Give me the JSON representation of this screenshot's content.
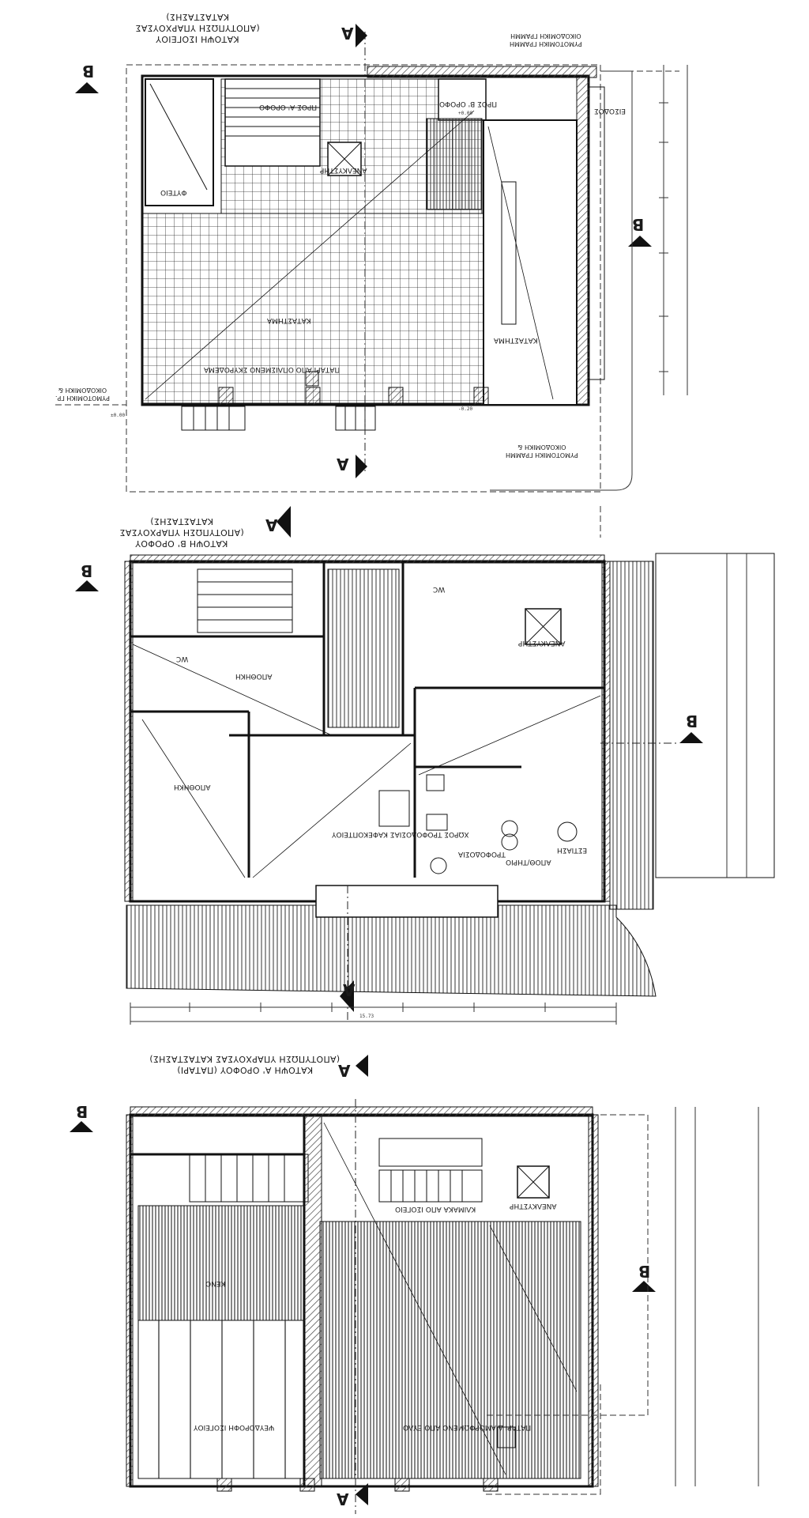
{
  "plans": [
    {
      "id": "ground",
      "title_line1": "ΚΑΤΟΨΗ ΙΣΟΓΕΙΟΥ",
      "title_line2": "(ΑΠΟΤΥΠΩΣΗ ΥΠΑΡΧΟΥΣΑΣ ΚΑΤΑΣΤΑΣΗΣ)",
      "rooms": {
        "store_main": "ΚΑΤΑΣΤΗΜΑ",
        "store_right": "ΚΑΤΑΣΤΗΜΑ",
        "tree_box": "ΦΥΤΕΙΟ",
        "stairs_first": "ΠΡΟΣ Α' ΟΡΟΦΟ",
        "stairs_second": "ΠΡΟΣ Β' ΟΡΟΦΟ",
        "entrance": "ΕΙΣΟΔΟΣ",
        "elevator": "ΑΝΕΛΚΥΣΤΗΡ",
        "mezzanine": "ΠΑΤΑΡΙ ΑΠΟ ΟΠΛΙΣΜΕΝΟ ΣΚΥΡΟΔΕΜΑ"
      },
      "notes": {
        "building_line_top": "ΟΙΚΟΔΟΜΙΚΗ ΓΡΑΜΜΗ",
        "building_line_top2": "ΡΥΜΟΤΟΜΙΚΗ ΓΡΑΜΜΗ",
        "building_line_bottom": "ΟΙΚΟΔΟΜΙΚΗ &",
        "building_line_bottom2": "ΡΥΜΟΤΟΜΙΚΗ ΓΡΑΜΜΗ",
        "building_line_left": "ΟΙΚΟΔΟΜΙΚΗ &",
        "building_line_left2": "ΡΥΜΟΤΟΜΙΚΗ ΓΡ."
      },
      "levels": [
        "±0.00",
        "-0.20",
        "+0.00"
      ]
    },
    {
      "id": "second",
      "title_line1": "ΚΑΤΟΨΗ Β' ΟΡΟΦΟΥ",
      "title_line2": "(ΑΠΟΤΥΠΩΣΗ ΥΠΑΡΧΟΥΣΑΣ ΚΑΤΑΣΤΑΣΗΣ)",
      "rooms": {
        "storage_a": "ΑΠΟΘΗΚΗ",
        "storage_b": "ΑΠΟΘΗΚΗ",
        "wc_a": "WC",
        "wc_b": "WC",
        "cafe": "ΧΩΡΟΣ ΤΡΟΦΟΔΟΣΙΑΣ ΚΑΦΕΚΟΠΤΕΙΟΥ",
        "supply": "ΤΡΟΦΟΔΟΣΙΑ",
        "server": "ΑΠΟΘ/ΤΗΡΙΟ",
        "dining": "ΕΣΤΙΑΣΗ",
        "elevator": "ΑΝΕΛΚΥΣΤΗΡ"
      },
      "total_dim": "15.73"
    },
    {
      "id": "first",
      "title_line1": "ΚΑΤΟΨΗ Α' ΟΡΟΦΟΥ (ΠΑΤΑΡΙ)",
      "title_line2": "(ΑΠΟΤΥΠΩΣΗ ΥΠΑΡΧΟΥΣΑΣ ΚΑΤΑΣΤΑΣΗΣ)",
      "rooms": {
        "void": "ΚΕΝΟ",
        "void_ground": "ΨΕΥΔΟΡΟΦΗ ΙΣΟΓΕΙΟΥ",
        "stair": "ΚΛΙΜΑΚΑ ΑΠΟ ΙΣΟΓΕΙΟ",
        "loft": "ΠΑΤΑΡΙ ΔΙΑΜΟΡΦΩΜΕΝΟ ΑΠΟ ΞΥΛΟ",
        "elevator": "ΑΝΕΛΚΥΣΤΗΡ"
      }
    }
  ],
  "section_marks": {
    "a": "A",
    "b": "B"
  },
  "colors": {
    "ink": "#1a1a1a",
    "hatch": "#555555",
    "paper": "#ffffff"
  }
}
